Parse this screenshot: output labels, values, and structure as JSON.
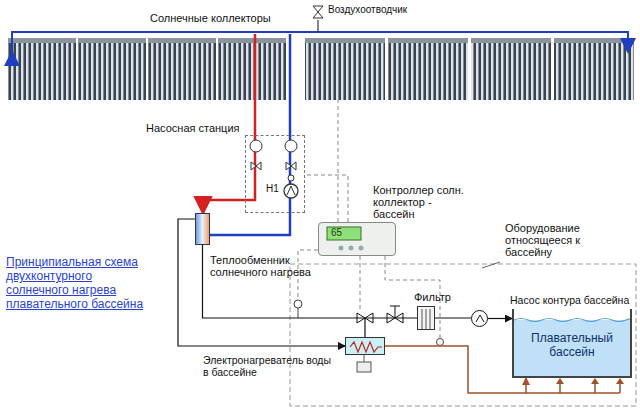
{
  "diagram": {
    "title": "Принципиальная схема двухконтурного солнечного нагрева плавательного бассейна",
    "nodes": [
      {
        "text": [
          "Насосная станция"
        ]
      },
      {
        "text": [
          "Теплообменник солнечного нагрева"
        ]
      },
      {
        "text": [
          "Контроллер солн. коллектор - бассейн"
        ]
      },
      {
        "text": [
          "Фильтр"
        ]
      },
      {
        "text": [
          "Насос контура бассейна"
        ]
      },
      {
        "text": [
          "Плавательный бассейн"
        ]
      },
      {
        "text": [
          "Электронагреватель воды в бассейне"
        ]
      }
    ],
    "edges": [
      {
        "from": 0,
        "to": 1,
        "arrow": "none"
      },
      {
        "from": 1,
        "to": 6,
        "arrow": "to"
      },
      {
        "from": 1,
        "to": 3,
        "arrow": "none"
      },
      {
        "from": 3,
        "to": 4,
        "arrow": "none"
      },
      {
        "from": 4,
        "to": 5,
        "arrow": "to"
      },
      {
        "from": 6,
        "to": 5,
        "arrow": "to"
      },
      {
        "from": 2,
        "to": 0,
        "arrow": "none"
      }
    ],
    "labels": [
      "Солнечные коллекторы",
      "Воздухоотводчик",
      "H1",
      "65",
      "Оборудование относящееся к бассейну"
    ]
  }
}
